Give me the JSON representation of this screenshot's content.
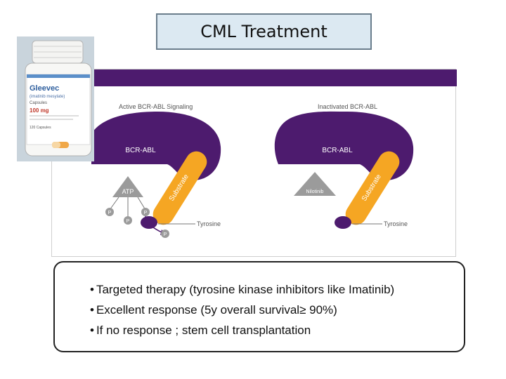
{
  "slide": {
    "title": "CML Treatment"
  },
  "diagram": {
    "left_panel": {
      "heading": "Active BCR-ABL Signaling",
      "kinase_label": "BCR-ABL",
      "substrate_label": "Substrate",
      "atp_label": "ATP",
      "phosphate_label": "P",
      "tyrosine_label": "Tyrosine"
    },
    "right_panel": {
      "heading": "Inactivated BCR-ABL",
      "kinase_label": "BCR-ABL",
      "substrate_label": "Substrate",
      "inhibitor_label": "Nilotinib",
      "tyrosine_label": "Tyrosine"
    },
    "colors": {
      "purple": "#4d1b6e",
      "orange": "#f5a623",
      "gray": "#9b9b9b"
    }
  },
  "drug_photo": {
    "brand": "Gleevec",
    "generic": "(imatinib mesylate)",
    "form": "Capsules",
    "dose": "100 mg",
    "count": "120 Capsules"
  },
  "bullets": [
    "Targeted therapy (tyrosine kinase inhibitors like Imatinib)",
    "Excellent response (5y overall survival≥ 90%)",
    "If no response ; stem cell transplantation"
  ]
}
